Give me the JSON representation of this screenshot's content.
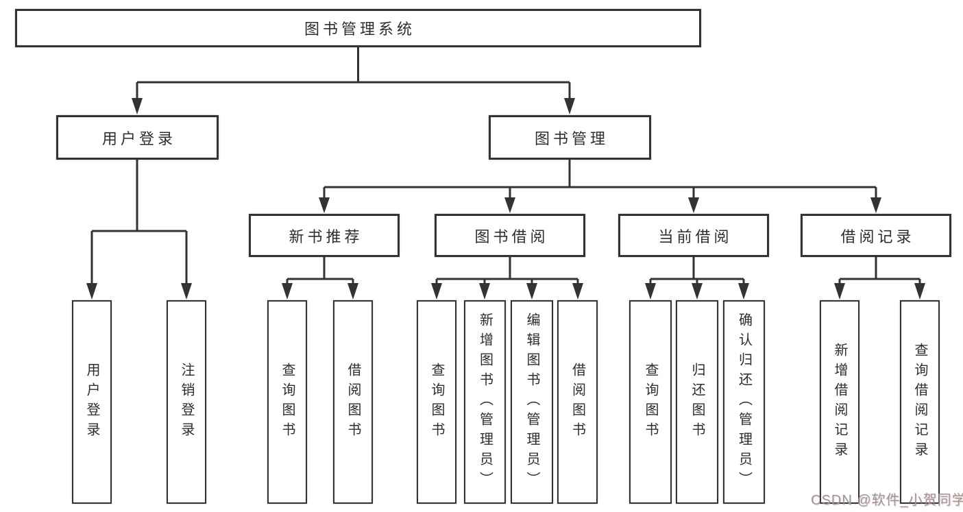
{
  "diagram": {
    "root": {
      "label": "图书管理系统"
    },
    "branches": [
      {
        "label": "用户登录",
        "children": [
          {
            "label": "用户登录"
          },
          {
            "label": "注销登录"
          }
        ]
      },
      {
        "label": "图书管理",
        "children": [
          {
            "label": "新书推荐",
            "children": [
              {
                "label": "查询图书"
              },
              {
                "label": "借阅图书"
              }
            ]
          },
          {
            "label": "图书借阅",
            "children": [
              {
                "label": "查询图书"
              },
              {
                "label": "新增图书（管理员）"
              },
              {
                "label": "编辑图书（管理员）"
              },
              {
                "label": "借阅图书"
              }
            ]
          },
          {
            "label": "当前借阅",
            "children": [
              {
                "label": "查询图书"
              },
              {
                "label": "归还图书"
              },
              {
                "label": "确认归还（管理员）"
              }
            ]
          },
          {
            "label": "借阅记录",
            "children": [
              {
                "label": "新增借阅记录"
              },
              {
                "label": "查询借阅记录"
              }
            ]
          }
        ]
      }
    ]
  },
  "colors": {
    "line": "#333333",
    "box_border": "#333333",
    "text": "#2d2d2d",
    "watermark": "#9a9a9a"
  },
  "watermark": {
    "text": "CSDN @软件_小贺同学"
  }
}
